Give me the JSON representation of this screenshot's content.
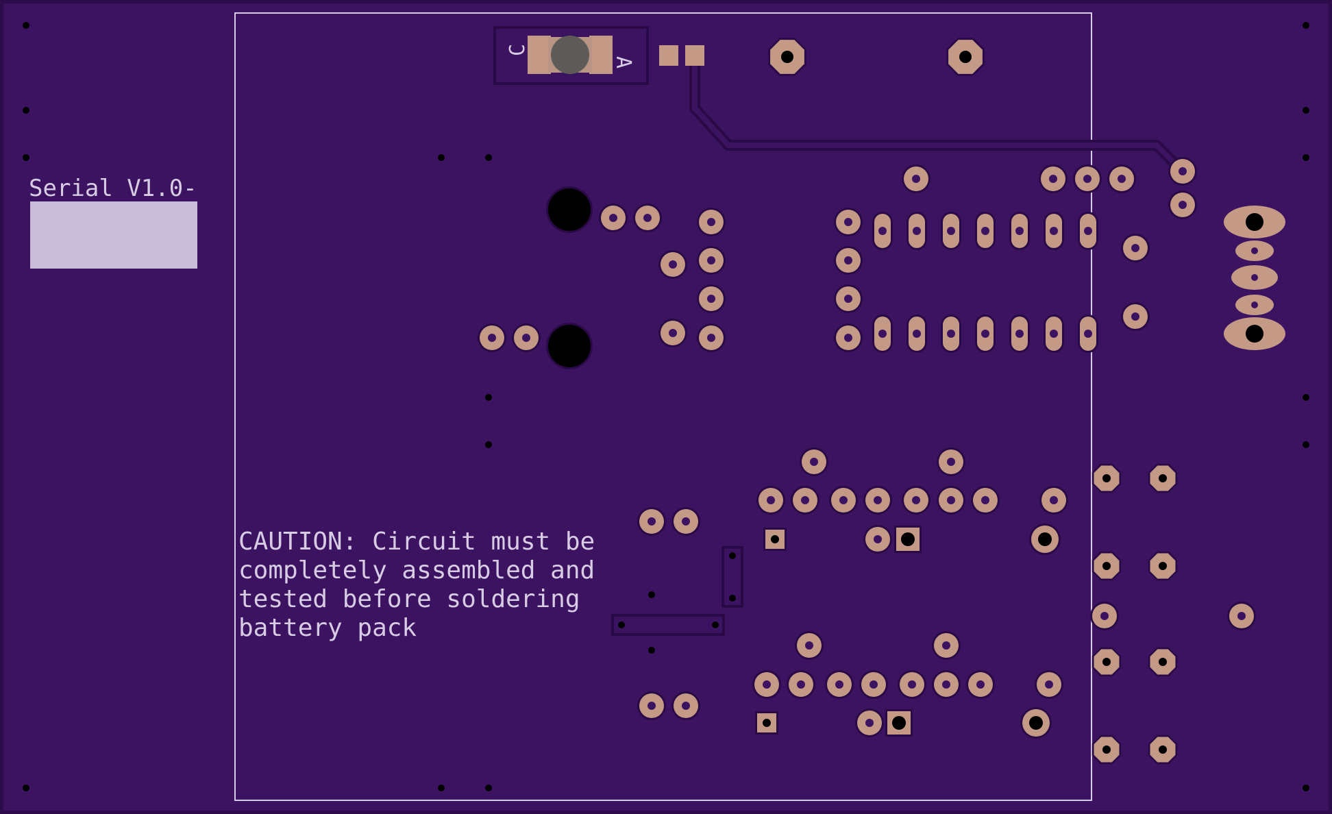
{
  "board": {
    "colors": {
      "substrate": "#3c1361",
      "substrate_edge": "#2d0c4c",
      "copper_pad": "#c49a86",
      "hole": "#000000",
      "silkscreen": "#d8cce4",
      "label_block": "#c8bcd8",
      "trace": "#2a0a46",
      "led_body": "#5d5a57"
    },
    "silkscreen": {
      "serial_label": "Serial V1.0-",
      "caution_lines": [
        "CAUTION: Circuit must be",
        "completely assembled and",
        "tested before soldering",
        "battery pack"
      ],
      "led_cathode": "C",
      "led_anode": "A"
    }
  }
}
